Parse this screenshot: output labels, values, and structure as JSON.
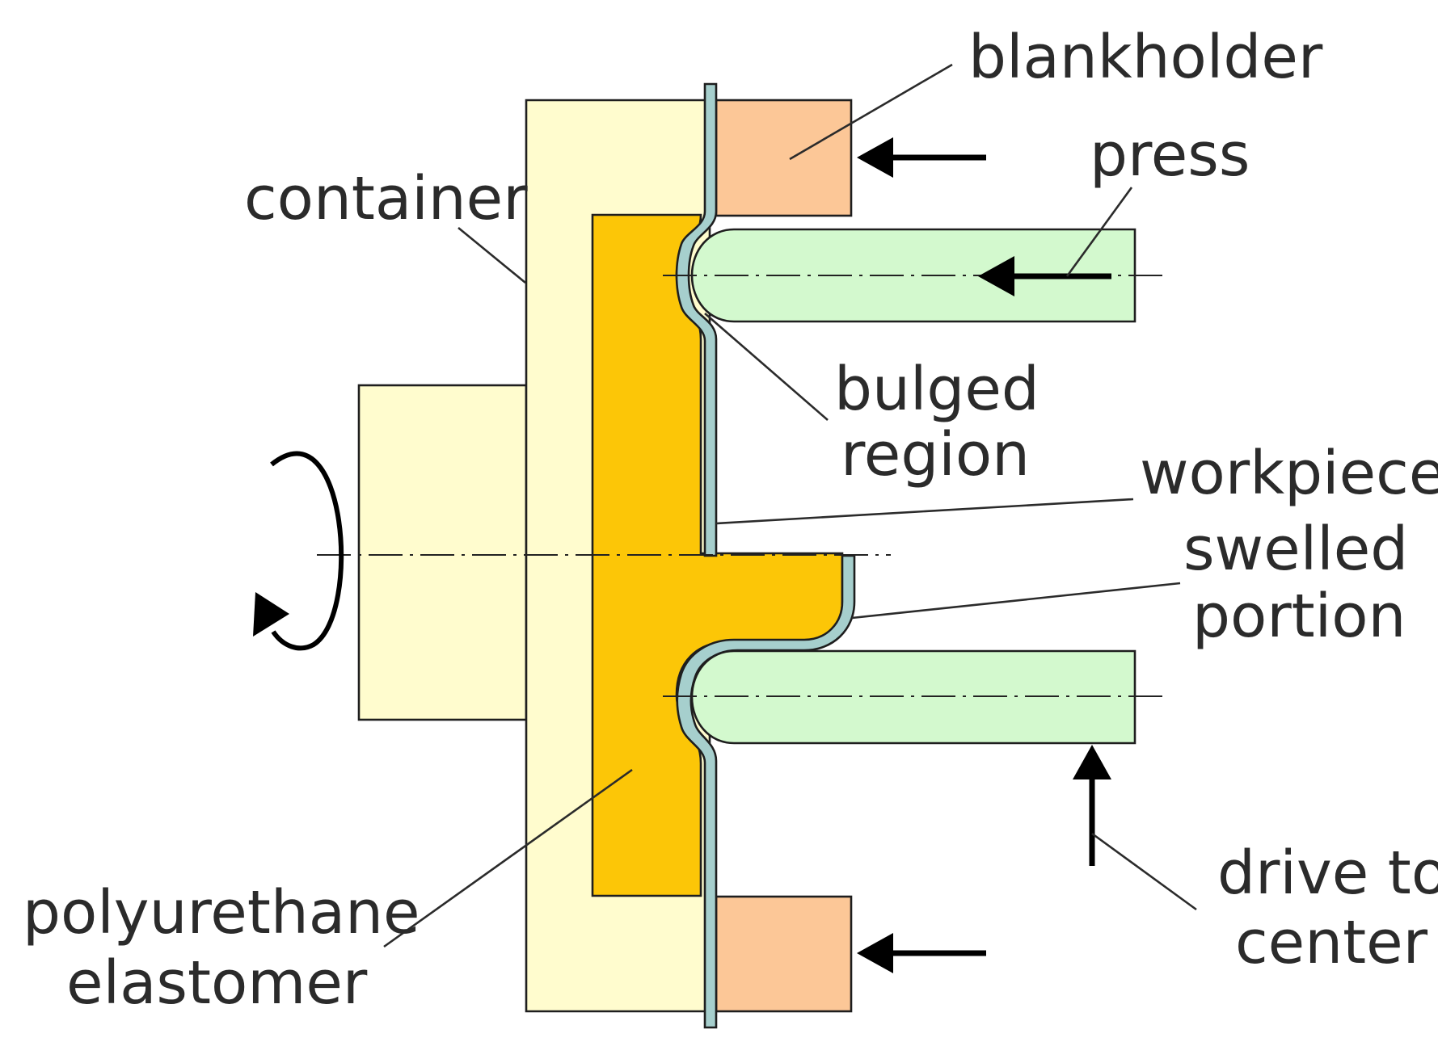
{
  "diagram": {
    "labels": {
      "blankholder": "blankholder",
      "press": "press",
      "container": "container",
      "bulged_line1": "bulged",
      "bulged_line2": "region",
      "workpiece": "workpiece",
      "swelled_line1": "swelled",
      "swelled_line2": "portion",
      "polyurethane_line1": "polyurethane",
      "polyurethane_line2": "elastomer",
      "drive_line1": "drive to",
      "drive_line2": "center"
    },
    "colors": {
      "container": "#fffcce",
      "elastomer": "#fcc607",
      "blankholder": "#fcc797",
      "punch": "#d3f9ce",
      "workpiece": "#a6cfcd",
      "outline": "#1e1e1e"
    }
  }
}
